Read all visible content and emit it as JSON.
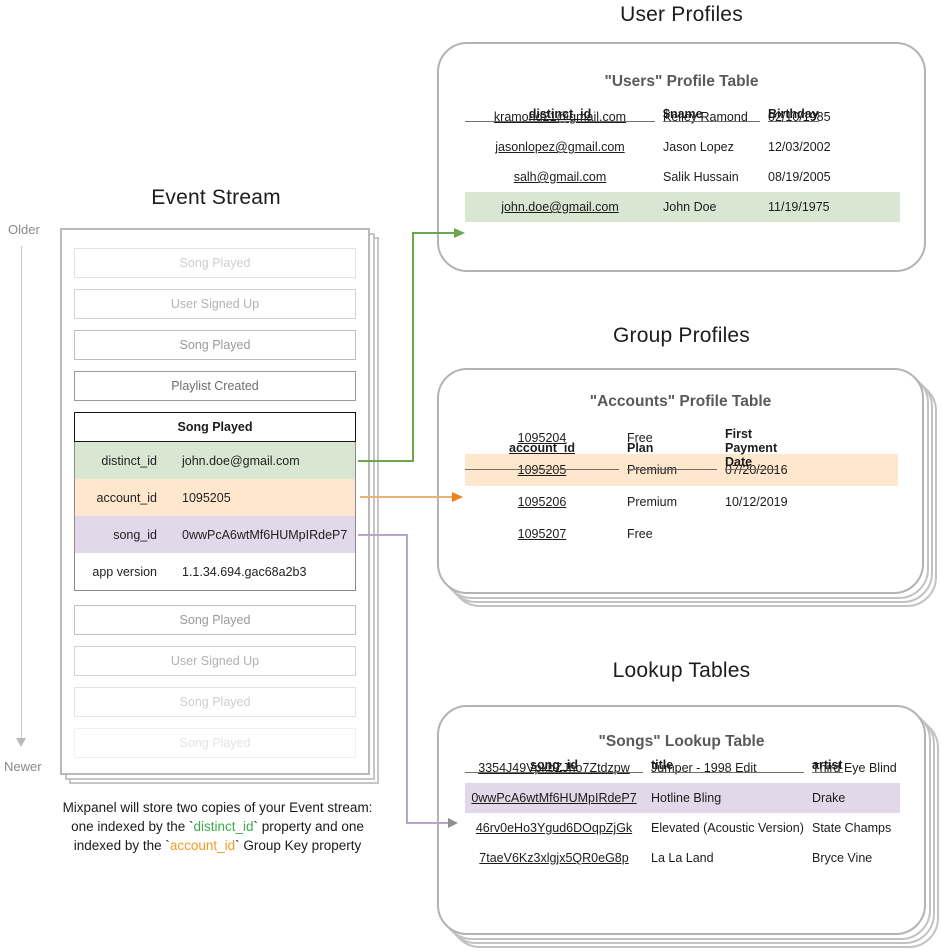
{
  "colors": {
    "green_highlight": "#d9e7d2",
    "orange_highlight": "#ffe7cd",
    "purple_highlight": "#e2d8e9",
    "green_accent": "#3faa4e",
    "orange_accent": "#f59b23",
    "arrow_green": "#6aa84f",
    "arrow_orange_line": "#e5b377",
    "arrow_orange_head": "#ef8018",
    "arrow_purple_line": "#b7a6c9",
    "arrow_gray_head": "#8f8f8f"
  },
  "event_stream": {
    "title": "Event Stream",
    "older_label": "Older",
    "newer_label": "Newer",
    "items_before": [
      "Song Played",
      "User Signed Up",
      "Song Played",
      "Playlist Created"
    ],
    "selected_event": {
      "title": "Song Played",
      "properties": [
        {
          "key": "distinct_id",
          "value": "john.doe@gmail.com"
        },
        {
          "key": "account_id",
          "value": "1095205"
        },
        {
          "key": "song_id",
          "value": "0wwPcA6wtMf6HUMpIRdeP7"
        },
        {
          "key": "app version",
          "value": "1.1.34.694.gac68a2b3"
        }
      ]
    },
    "items_after": [
      "Song Played",
      "User Signed Up",
      "Song Played",
      "Song Played"
    ],
    "caption": {
      "line1": "Mixpanel will store two copies of your Event stream:",
      "line2_pre": "one indexed by the `",
      "line2_code": "distinct_id",
      "line2_post": "` property and one",
      "line3_pre": "indexed by the `",
      "line3_code": "account_id",
      "line3_post": "` Group Key property"
    }
  },
  "user_profiles": {
    "section_title": "User Profiles",
    "table_title": "\"Users\" Profile Table",
    "columns": [
      "distinct_id",
      "$name",
      "Birthday"
    ],
    "rows": [
      {
        "distinct_id": "kramond21@gmail.com",
        "name": "Kelley Ramond",
        "birthday": "02/10/1985"
      },
      {
        "distinct_id": "jasonlopez@gmail.com",
        "name": "Jason Lopez",
        "birthday": "12/03/2002"
      },
      {
        "distinct_id": "salh@gmail.com",
        "name": "Salik Hussain",
        "birthday": "08/19/2005"
      },
      {
        "distinct_id": "john.doe@gmail.com",
        "name": "John Doe",
        "birthday": "11/19/1975"
      }
    ]
  },
  "group_profiles": {
    "section_title": "Group Profiles",
    "table_title": "\"Accounts\" Profile Table",
    "columns": [
      "account_id",
      "Plan",
      "First Payment Date"
    ],
    "rows": [
      {
        "account_id": "1095204",
        "plan": "Free",
        "first_payment_date": ""
      },
      {
        "account_id": "1095205",
        "plan": "Premium",
        "first_payment_date": "07/20/2016"
      },
      {
        "account_id": "1095206",
        "plan": "Premium",
        "first_payment_date": "10/12/2019"
      },
      {
        "account_id": "1095207",
        "plan": "Free",
        "first_payment_date": ""
      }
    ]
  },
  "lookup_tables": {
    "section_title": "Lookup Tables",
    "table_title": "\"Songs\" Lookup Table",
    "columns": [
      "song_id",
      "title",
      "artist"
    ],
    "rows": [
      {
        "song_id": "3354J49VpkbZJho7Ztdzpw",
        "title": "Jumper - 1998 Edit",
        "artist": "Third Eye Blind"
      },
      {
        "song_id": "0wwPcA6wtMf6HUMpIRdeP7",
        "title": "Hotline Bling",
        "artist": "Drake"
      },
      {
        "song_id": "46rv0eHo3Ygud6DOqpZjGk",
        "title": "Elevated (Acoustic Version)",
        "artist": "State Champs"
      },
      {
        "song_id": "7taeV6Kz3xlgjx5QR0eG8p",
        "title": "La La Land",
        "artist": "Bryce Vine"
      }
    ]
  }
}
